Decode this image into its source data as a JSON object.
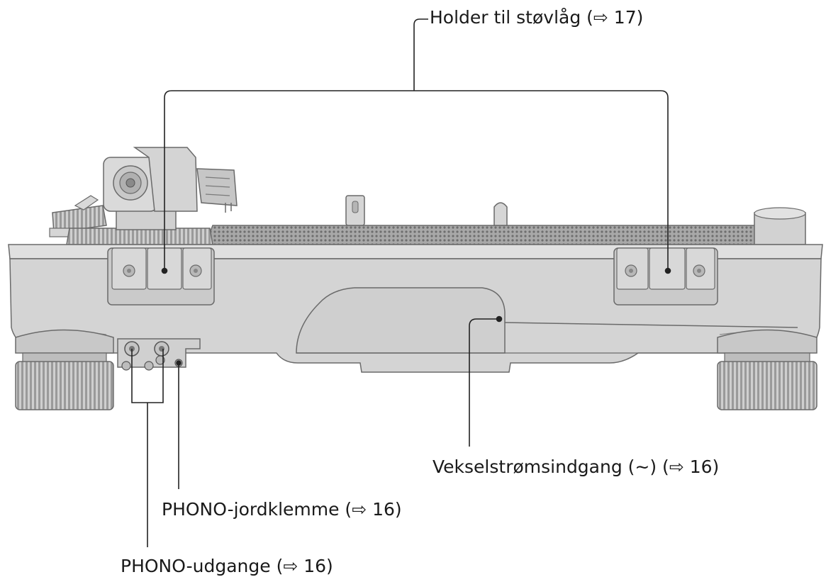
{
  "callouts": {
    "dust_cover_holder": "Holder til støvlåg (⇨ 17)",
    "ac_inlet": "Vekselstrømsindgang (∼) (⇨ 16)",
    "phono_ground": "PHONO-jordklemme (⇨ 16)",
    "phono_outputs": "PHONO-udgange (⇨ 16)"
  },
  "colors": {
    "body": "#d4d4d4",
    "body_dark": "#bdbdbd",
    "outline": "#6a6a6a",
    "platter": "#8d8d8d",
    "leader": "#222222"
  }
}
